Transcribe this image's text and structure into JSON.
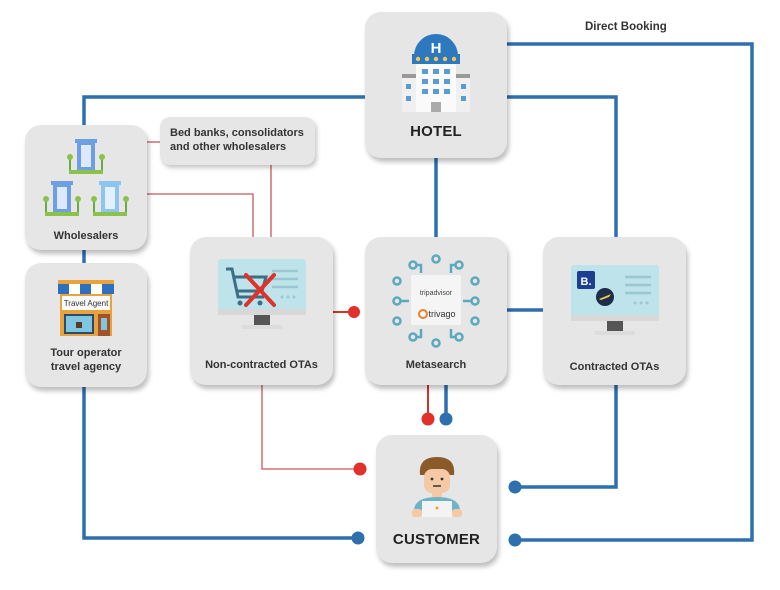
{
  "title_labels": {
    "direct_booking": "Direct Booking"
  },
  "nodes": {
    "hotel": {
      "label": "HOTEL",
      "icon": "hotel-building-icon",
      "badge": "H"
    },
    "wholesalers": {
      "label": "Wholesalers",
      "icon": "hotel-buildings-icon"
    },
    "bed_banks": {
      "label_line1": "Bed banks, consolidators",
      "label_line2": "and other wholesalers"
    },
    "tour_operator": {
      "label_line1": "Tour operator",
      "label_line2": "travel agency",
      "icon": "travel-agent-shop-icon",
      "sign": "Travel Agent"
    },
    "non_contracted": {
      "label": "Non-contracted OTAs",
      "icon": "monitor-cart-crossed-icon"
    },
    "metasearch": {
      "label": "Metasearch",
      "icon": "circuit-chip-icon",
      "brand1": "tripadvisor",
      "brand2": "trivago"
    },
    "contracted": {
      "label": "Contracted OTAs",
      "icon": "monitor-booking-expedia-icon",
      "brand_badge": "B."
    },
    "customer": {
      "label": "CUSTOMER",
      "icon": "person-laptop-icon"
    }
  },
  "colors": {
    "direct_line": "#2e6fad",
    "indirect_line": "#e0312a",
    "thin_red": "#c9585a",
    "node_bg": "#e6e6e6"
  },
  "connections": [
    {
      "from": "hotel",
      "to": "customer",
      "type": "direct",
      "label": "Direct Booking"
    },
    {
      "from": "hotel",
      "to": "contracted",
      "type": "direct"
    },
    {
      "from": "hotel",
      "to": "metasearch",
      "type": "direct"
    },
    {
      "from": "hotel",
      "to": "wholesalers",
      "type": "direct"
    },
    {
      "from": "wholesalers",
      "to": "tour_operator",
      "type": "direct"
    },
    {
      "from": "tour_operator",
      "to": "customer",
      "type": "direct"
    },
    {
      "from": "contracted",
      "to": "customer",
      "type": "direct"
    },
    {
      "from": "metasearch",
      "to": "contracted",
      "type": "direct"
    },
    {
      "from": "metasearch",
      "to": "customer",
      "type": "direct"
    },
    {
      "from": "metasearch",
      "to": "customer",
      "type": "indirect"
    },
    {
      "from": "non_contracted",
      "to": "metasearch",
      "type": "indirect"
    },
    {
      "from": "non_contracted",
      "to": "customer",
      "type": "indirect"
    },
    {
      "from": "wholesalers",
      "to": "bed_banks",
      "type": "indirect"
    },
    {
      "from": "wholesalers",
      "to": "non_contracted",
      "type": "indirect"
    },
    {
      "from": "bed_banks",
      "to": "non_contracted",
      "type": "indirect"
    }
  ]
}
